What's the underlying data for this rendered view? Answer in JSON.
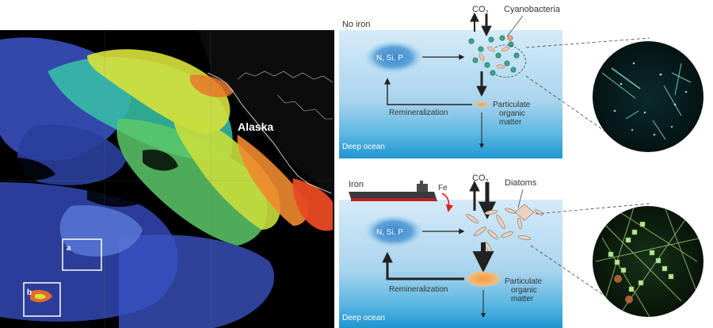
{
  "satellite_map": {
    "place_label": "Alaska",
    "box_a_label": "a",
    "box_b_label": "b"
  },
  "panel_no_iron": {
    "heading": "No iron",
    "co2_label": "CO",
    "co2_subscript": "2",
    "organism_label": "Cyanobacteria",
    "nutrient_label": "N, Si, P",
    "recycle_label": "Remineralization",
    "particulate_line1": "Particulate",
    "particulate_line2": "organic",
    "particulate_line3": "matter",
    "deep_label": "Deep ocean"
  },
  "panel_iron": {
    "heading": "Iron",
    "fe_label": "Fe",
    "co2_label": "CO",
    "co2_subscript": "2",
    "organism_label": "Diatoms",
    "nutrient_label": "N, Si, P",
    "recycle_label": "Remineralization",
    "particulate_line1": "Particulate",
    "particulate_line2": "organic",
    "particulate_line3": "matter",
    "deep_label": "Deep ocean"
  },
  "colors": {
    "sea_top": "#cfe6f6",
    "sea_bottom": "#2aa0d6",
    "nutrient_blob": "#2f7fc4",
    "particulate_blob": "#f3a54b",
    "iron_arrow": "#d9261c",
    "ship_hull": "#3a3a3a",
    "ship_stripe": "#b82222",
    "cyano_dot": "#3aa58c",
    "diatom_fill": "#e9d2c0"
  }
}
